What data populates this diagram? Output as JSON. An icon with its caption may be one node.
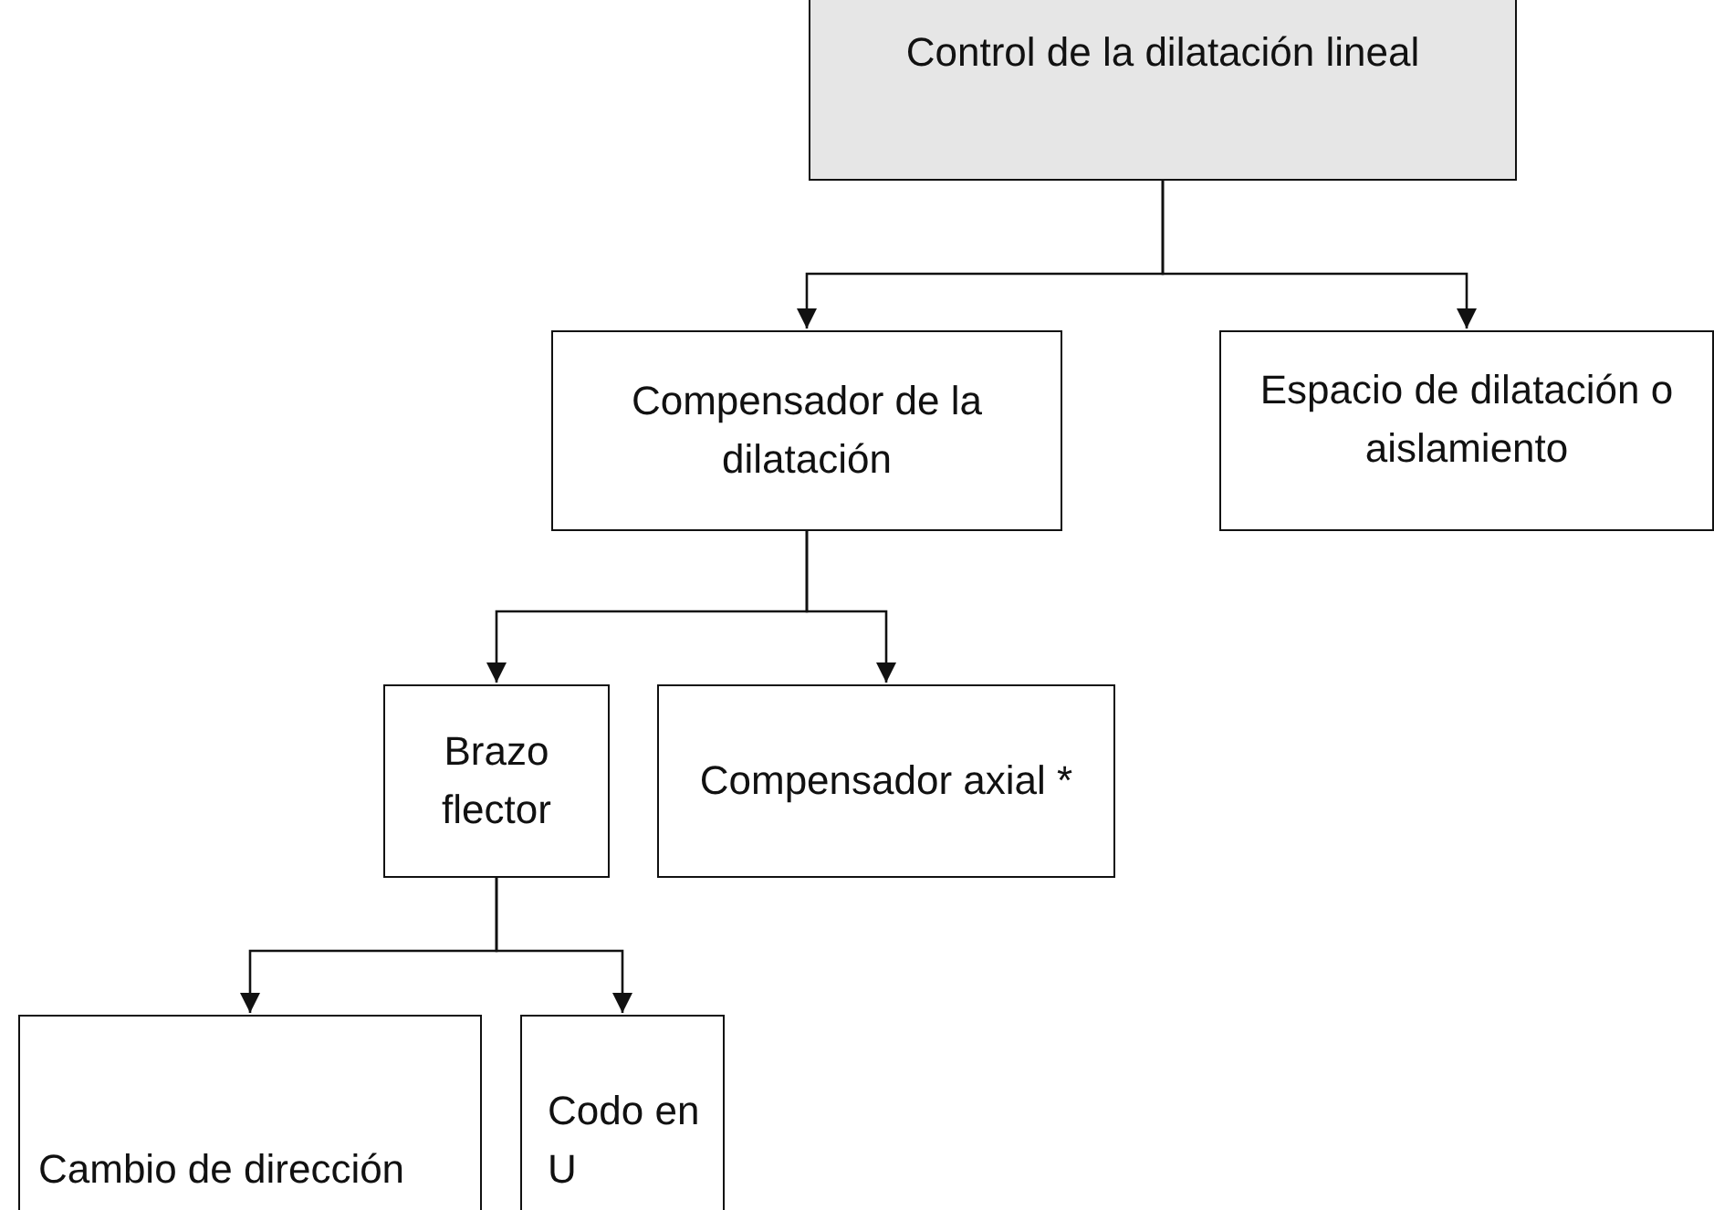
{
  "diagram": {
    "nodes": [
      {
        "text": [
          "Control de la dilatación lineal"
        ]
      },
      {
        "text": [
          "Compensador de la dilatación"
        ]
      },
      {
        "text": [
          "Espacio de dilatación o aislamiento"
        ]
      },
      {
        "text": [
          "Brazo flector"
        ]
      },
      {
        "text": [
          "Compensador axial *"
        ]
      },
      {
        "text": [
          "Cambio de dirección"
        ]
      },
      {
        "text": [
          "Codo en U"
        ]
      }
    ],
    "edges": [
      {
        "from": 0,
        "to": 1,
        "arrow": "to"
      },
      {
        "from": 0,
        "to": 2,
        "arrow": "to"
      },
      {
        "from": 1,
        "to": 3,
        "arrow": "to"
      },
      {
        "from": 1,
        "to": 4,
        "arrow": "to"
      },
      {
        "from": 3,
        "to": 5,
        "arrow": "to"
      },
      {
        "from": 3,
        "to": 6,
        "arrow": "to"
      }
    ]
  }
}
